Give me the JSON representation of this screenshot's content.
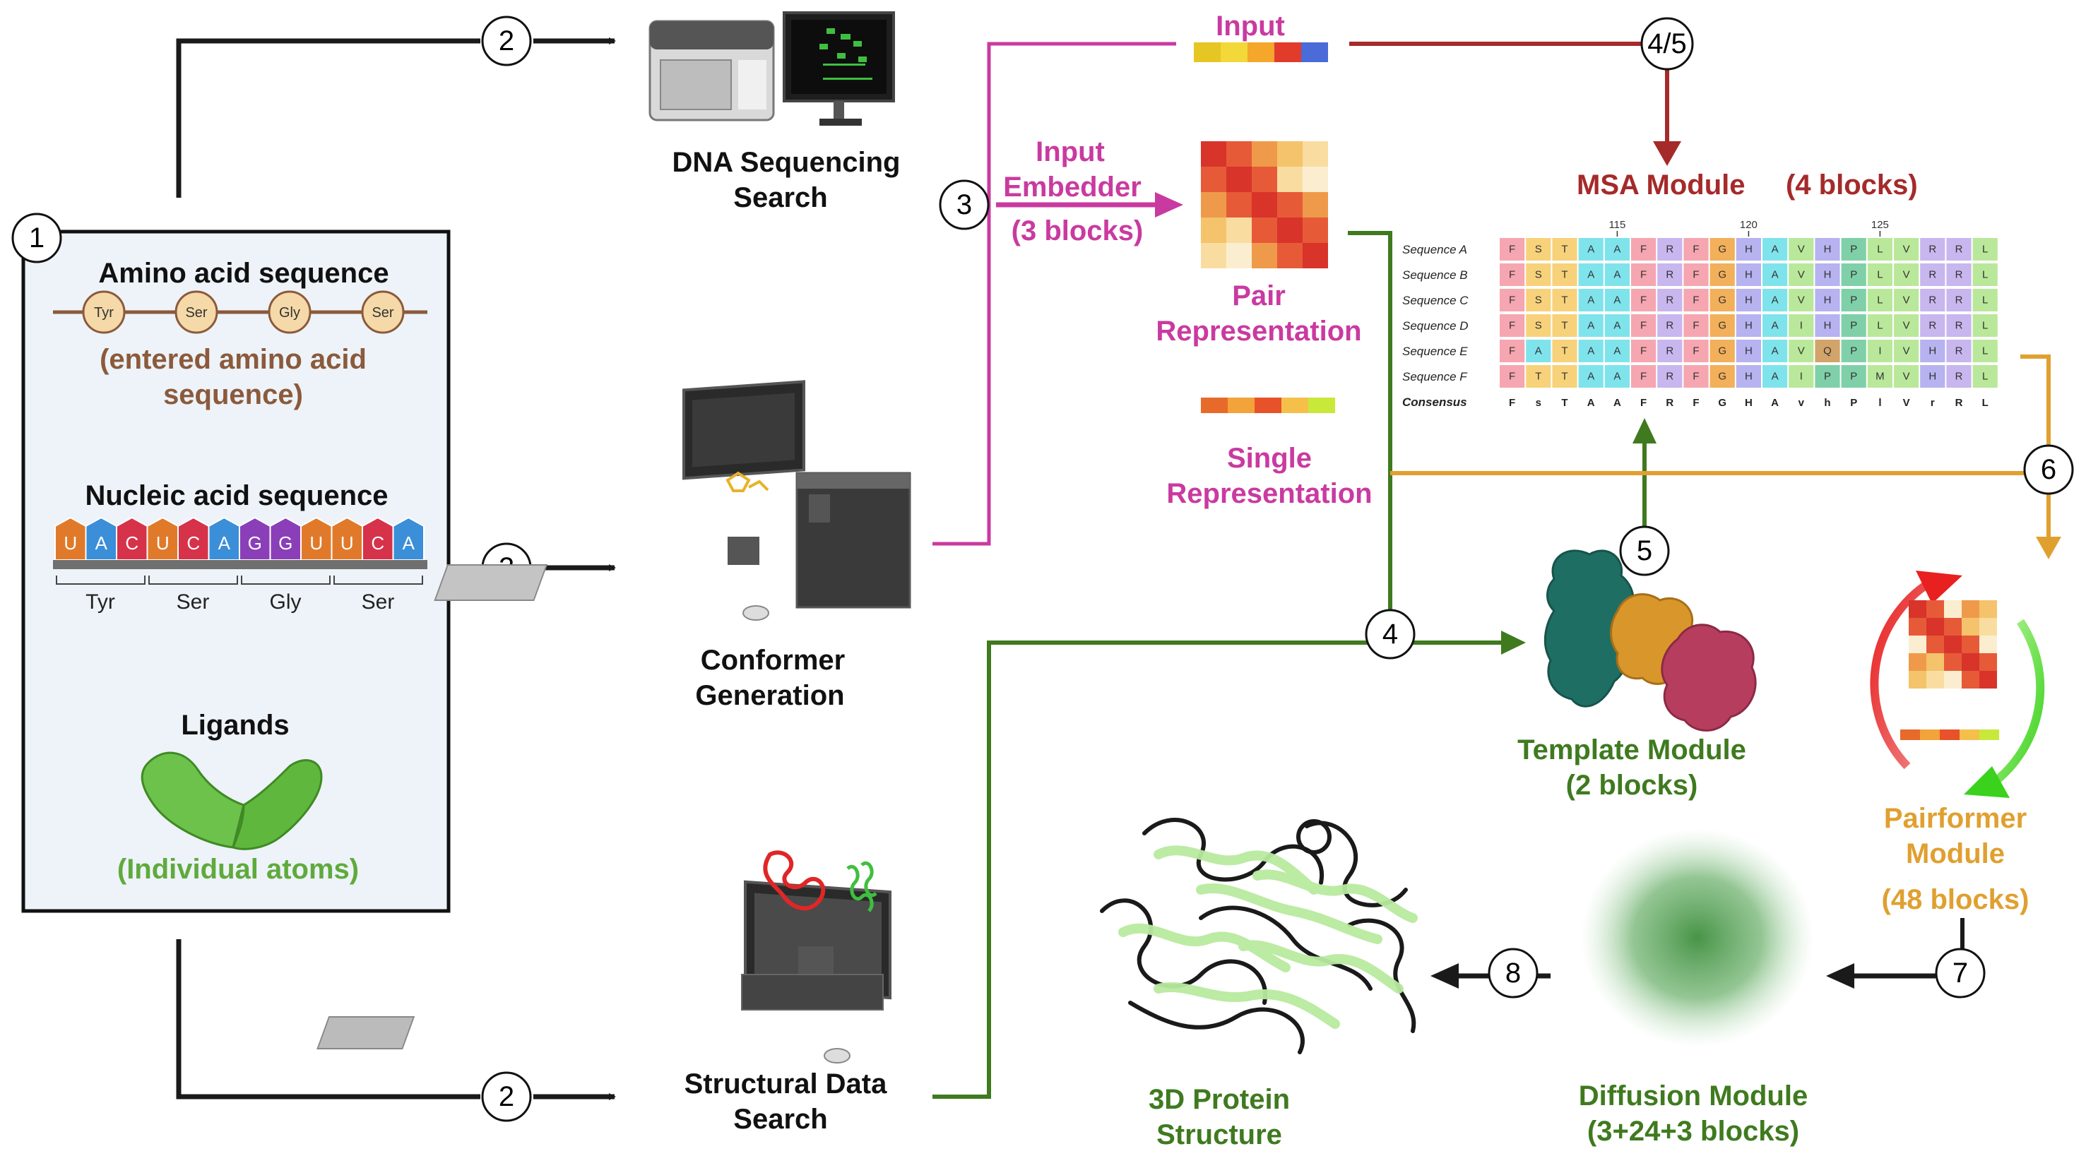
{
  "colors": {
    "black": "#1a1a1a",
    "magenta": "#c93aa0",
    "darkred": "#a52a2a",
    "green": "#3f7a1f",
    "orange": "#e0a030",
    "brown": "#8b5a3c",
    "ligand_green": "#5faa3c",
    "panel_bg": "#edf3f8"
  },
  "steps": {
    "s1": "1",
    "s2a": "2",
    "s2b": "2",
    "s2c": "2",
    "s3": "3",
    "s4": "4",
    "s45": "4/5",
    "s5": "5",
    "s6": "6",
    "s7": "7",
    "s8": "8"
  },
  "input_panel": {
    "amino_title": "Amino acid sequence",
    "amino_residues": [
      "Tyr",
      "Ser",
      "Gly",
      "Ser"
    ],
    "amino_caption_1": "(entered amino acid",
    "amino_caption_2": "sequence)",
    "nucleic_title": "Nucleic acid sequence",
    "nucleotides": [
      "U",
      "A",
      "C",
      "U",
      "C",
      "A",
      "G",
      "G",
      "U",
      "U",
      "C",
      "A"
    ],
    "codon_labels": [
      "Tyr",
      "Ser",
      "Gly",
      "Ser"
    ],
    "ligands_title": "Ligands",
    "ligands_caption": "(Individual atoms)"
  },
  "nodes": {
    "dna_line1": "DNA Sequencing",
    "dna_line2": "Search",
    "conformer_line1": "Conformer",
    "conformer_line2": "Generation",
    "structural_line1": "Structural Data",
    "structural_line2": "Search",
    "input_label": "Input",
    "embedder_line1": "Input",
    "embedder_line2": "Embedder",
    "embedder_line3": "(3 blocks)",
    "pair_line1": "Pair",
    "pair_line2": "Representation",
    "single_line1": "Single",
    "single_line2": "Representation",
    "msa_title": "MSA Module",
    "msa_blocks": "(4 blocks)",
    "template_line1": "Template Module",
    "template_line2": "(2 blocks)",
    "pairformer_line1": "Pairformer",
    "pairformer_line2": "Module",
    "pairformer_line3": "(48 blocks)",
    "diffusion_line1": "Diffusion Module",
    "diffusion_line2": "(3+24+3 blocks)",
    "protein_line1": "3D Protein",
    "protein_line2": "Structure"
  },
  "msa": {
    "positions": [
      "115",
      "120",
      "125"
    ],
    "sequences": [
      {
        "name": "Sequence A",
        "residues": [
          "F",
          "S",
          "T",
          "A",
          "A",
          "F",
          "R",
          "F",
          "G",
          "H",
          "A",
          "V",
          "H",
          "P",
          "L",
          "V",
          "R",
          "R",
          "L"
        ]
      },
      {
        "name": "Sequence B",
        "residues": [
          "F",
          "S",
          "T",
          "A",
          "A",
          "F",
          "R",
          "F",
          "G",
          "H",
          "A",
          "V",
          "H",
          "P",
          "L",
          "V",
          "R",
          "R",
          "L"
        ]
      },
      {
        "name": "Sequence C",
        "residues": [
          "F",
          "S",
          "T",
          "A",
          "A",
          "F",
          "R",
          "F",
          "G",
          "H",
          "A",
          "V",
          "H",
          "P",
          "L",
          "V",
          "R",
          "R",
          "L"
        ]
      },
      {
        "name": "Sequence D",
        "residues": [
          "F",
          "S",
          "T",
          "A",
          "A",
          "F",
          "R",
          "F",
          "G",
          "H",
          "A",
          "I",
          "H",
          "P",
          "L",
          "V",
          "R",
          "R",
          "L"
        ]
      },
      {
        "name": "Sequence E",
        "residues": [
          "F",
          "A",
          "T",
          "A",
          "A",
          "F",
          "R",
          "F",
          "G",
          "H",
          "A",
          "V",
          "Q",
          "P",
          "I",
          "V",
          "H",
          "R",
          "L"
        ]
      },
      {
        "name": "Sequence F",
        "residues": [
          "F",
          "T",
          "T",
          "A",
          "A",
          "F",
          "R",
          "F",
          "G",
          "H",
          "A",
          "I",
          "P",
          "P",
          "M",
          "V",
          "H",
          "R",
          "L"
        ]
      }
    ],
    "consensus_label": "Consensus",
    "consensus": [
      "F",
      "s",
      "T",
      "A",
      "A",
      "F",
      "R",
      "F",
      "G",
      "H",
      "A",
      "v",
      "h",
      "P",
      "l",
      "V",
      "r",
      "R",
      "L"
    ]
  }
}
